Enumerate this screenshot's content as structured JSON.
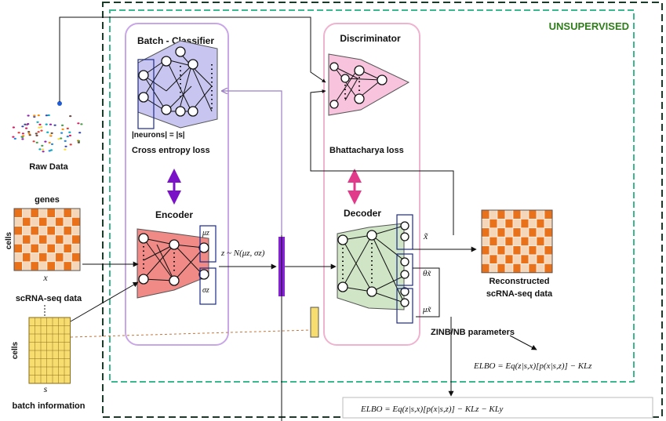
{
  "frame": {
    "title": "UNSUPERVISED"
  },
  "batch_classifier": {
    "title": "Batch - Classifier",
    "constraint": "|neurons| = |s|",
    "loss": "Cross entropy loss"
  },
  "discriminator": {
    "title": "Discriminator",
    "loss": "Bhattacharya loss"
  },
  "encoder": {
    "title": "Encoder",
    "mu": "μz",
    "sigma": "σz"
  },
  "latent": {
    "expr": "z ~ N(μz, σz)"
  },
  "decoder": {
    "title": "Decoder",
    "x_hat": "x̃",
    "theta": "θx̃",
    "mu": "μx̃"
  },
  "inputs": {
    "raw_data": "Raw Data",
    "genes": "genes",
    "cells": "cells",
    "x_symbol": "x",
    "scrna_label": "scRNA-seq data",
    "s_symbol": "s",
    "batch_label": "batch information"
  },
  "outputs": {
    "reconstructed": "Reconstructed",
    "reconstructed_sub": "scRNA-seq data",
    "zinb": "ZINB/NB parameters"
  },
  "elbo": {
    "inner": "ELBO = Eq(z|s,x)[p(x|s,z)] − KLz",
    "outer": "ELBO = Eq(z|s,x)[p(x|s,z)] − KLz − KLy"
  },
  "colors": {
    "outer_border": "#1a3a2a",
    "inner_border": "#3cb890",
    "unsupervised": "#2e7d1a",
    "classifier_fill": "#c8c6f0",
    "discriminator_fill": "#f7c3dd",
    "encoder_fill": "#f08a86",
    "decoder_fill": "#cfe5c6",
    "latent_bar": "#8a1ee0",
    "orange_dark": "#e8711a",
    "orange_light": "#f6d6b8",
    "batch_yellow": "#f7dc6f",
    "purple_arrow": "#7a12c8",
    "pink_arrow": "#e23a8a"
  }
}
